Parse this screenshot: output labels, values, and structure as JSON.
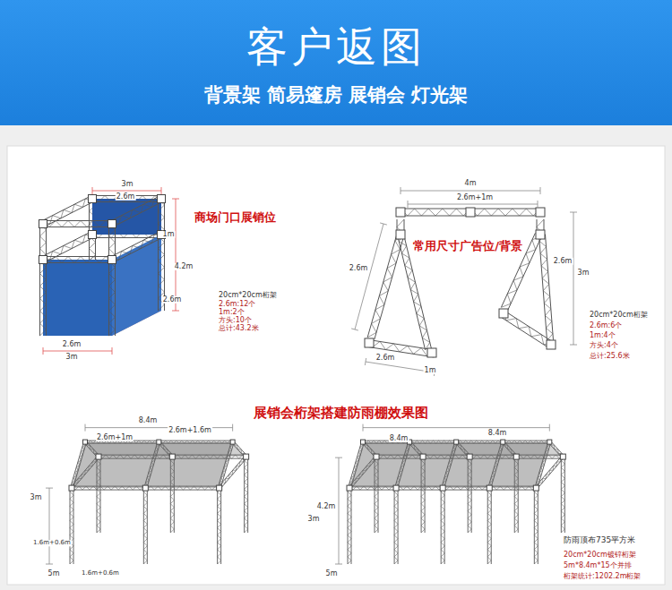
{
  "diagram": {
    "title": "客户返图",
    "labels": [
      "背景架 简易篷房 展销会 灯光架",
      "3m",
      "2.6m",
      "1m",
      "4.2m",
      "2.6m",
      "商场门口展销位",
      "20cm*20cm桁架",
      "2.6m:12个",
      "1m:2个",
      "方头:10个",
      "总计:43.2米",
      "2.6m",
      "3m",
      "4m",
      "2.6m+1m",
      "常用尺寸广告位/背景",
      "2.6m",
      "2.6m",
      "3m",
      "20cm*20cm桁架",
      "2.6m:6个",
      "1m:4个",
      "方头:4个",
      "总计:25.6米",
      "2.6m",
      "1m",
      "展销会桁架搭建防雨棚效果图",
      "8.4m",
      "2.6m+1m",
      "2.6m+1.6m",
      "3m",
      "1.6m+0.6m",
      "5m",
      "1.6m+0.6m",
      "8.4m",
      "8.4m",
      "4.2m",
      "3m",
      "5m",
      "防雨顶布735平方米",
      "20cm*20cm镀锌桁架",
      "5m*8.4m*15个并排",
      "桁架统计:1202.2m桁架"
    ]
  }
}
